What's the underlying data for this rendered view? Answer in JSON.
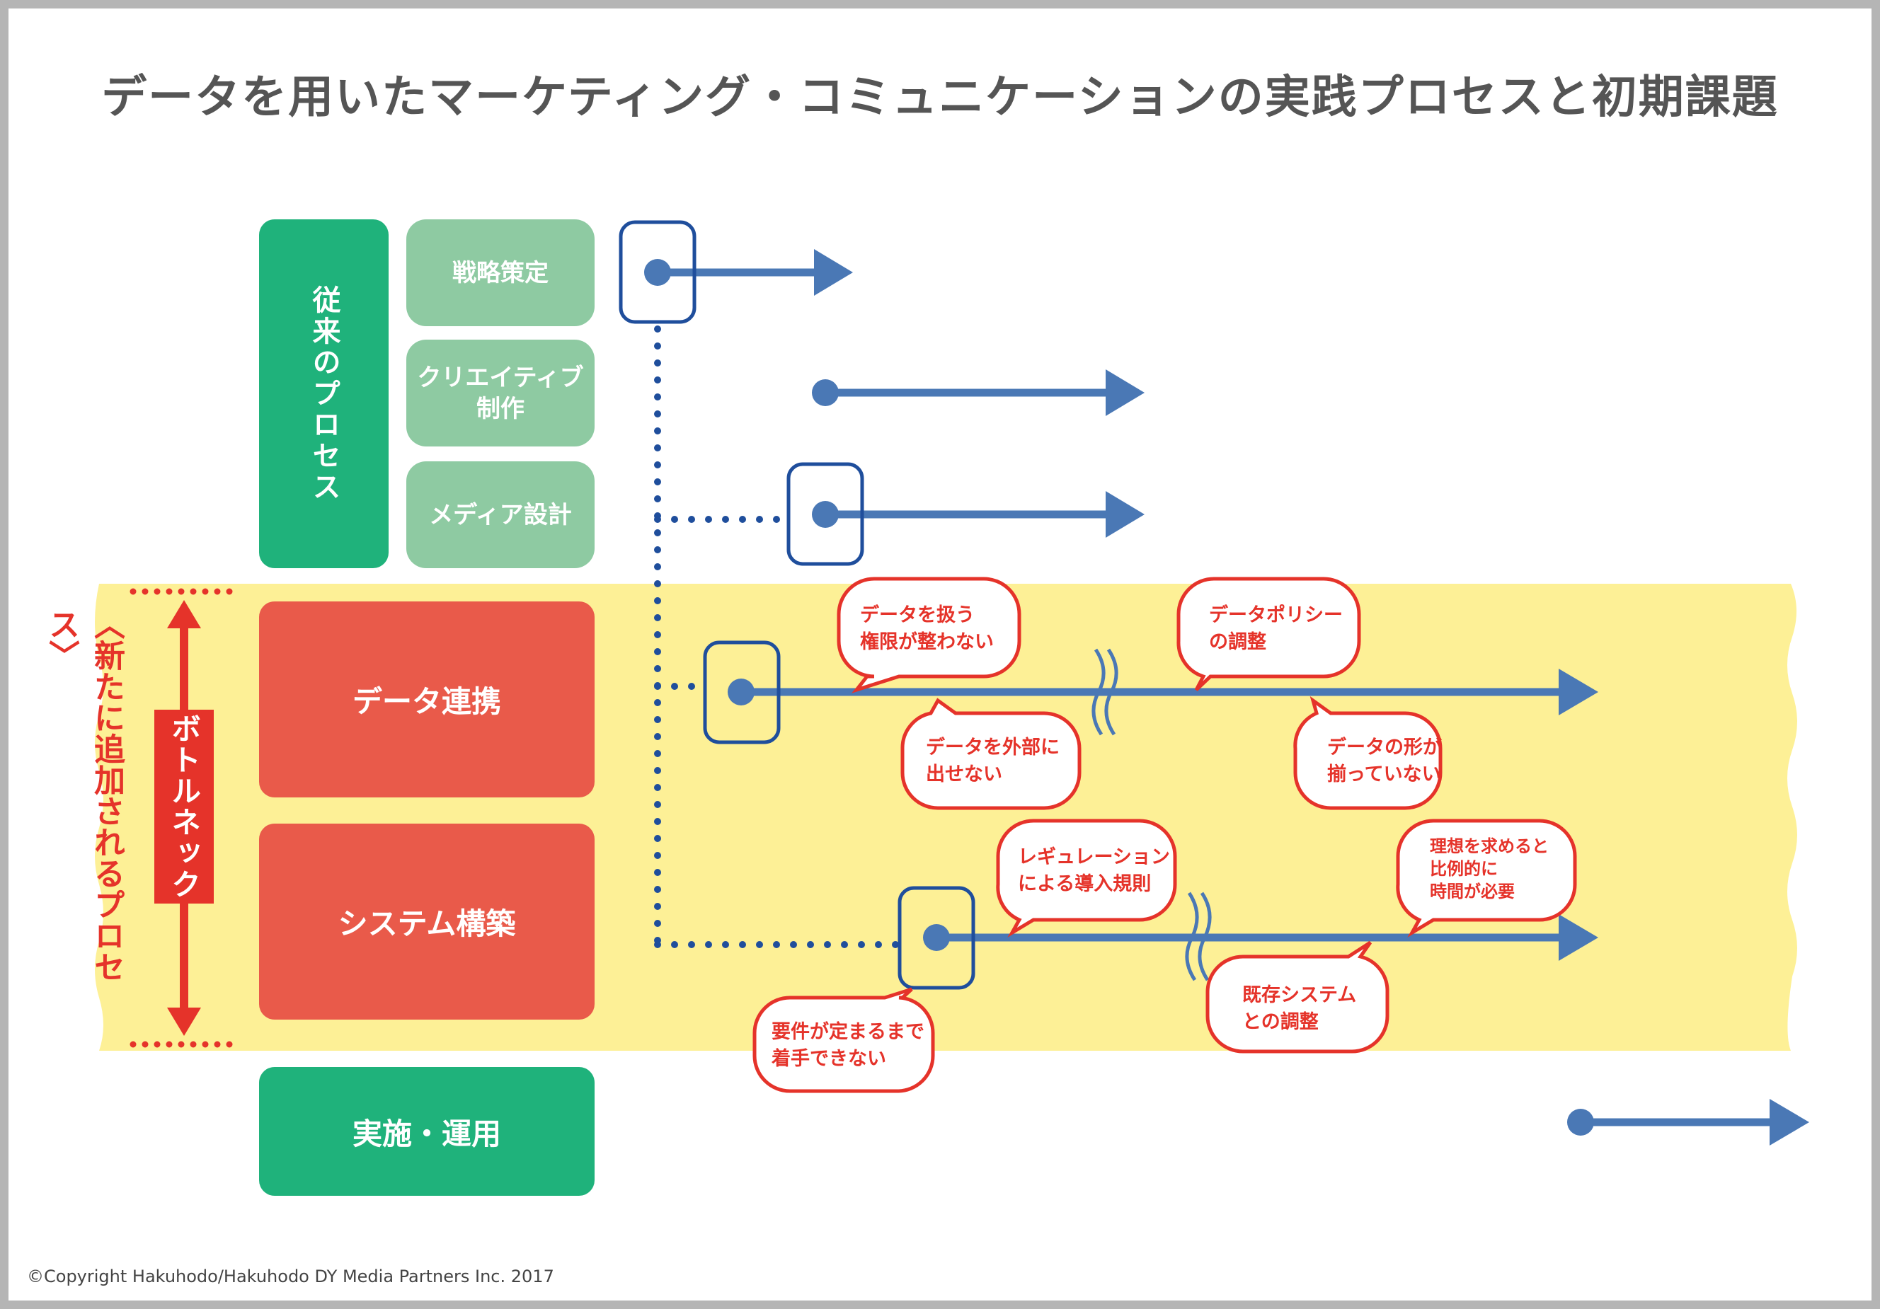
{
  "title": "データを用いたマーケティング・コミュニケーションの実践プロセスと初期課題",
  "traditional": {
    "group_label": "従来のプロセス",
    "steps": [
      "戦略策定",
      "クリエイティブ\n制作",
      "メディア設計"
    ]
  },
  "new_process": {
    "side_label": "〈新たに追加されるプロセス〉",
    "bottleneck_label": "ボトルネック",
    "steps": [
      "データ連携",
      "システム構築"
    ]
  },
  "final_step": "実施・運用",
  "issues": {
    "data_linkage": [
      "データを扱う\n権限が整わない",
      "データを外部に\n出せない",
      "データポリシー\nの調整",
      "データの形が\n揃っていない"
    ],
    "system_build": [
      "レギュレーション\nによる導入規則",
      "要件が定まるまで\n着手できない",
      "既存システム\nとの調整",
      "理想を求めると\n比例的に\n時間が必要"
    ]
  },
  "colors": {
    "title_gray": "#555555",
    "green_dark": "#1fb27b",
    "green_light": "#8ecaa2",
    "red": "#e95a4a",
    "alert_red": "#e5332a",
    "arrow_blue": "#4a78b5",
    "frame_blue": "#1f4e9c",
    "band_yellow": "#fdf096"
  },
  "copyright": "©Copyright Hakuhodo/Hakuhodo DY Media Partners Inc. 2017"
}
